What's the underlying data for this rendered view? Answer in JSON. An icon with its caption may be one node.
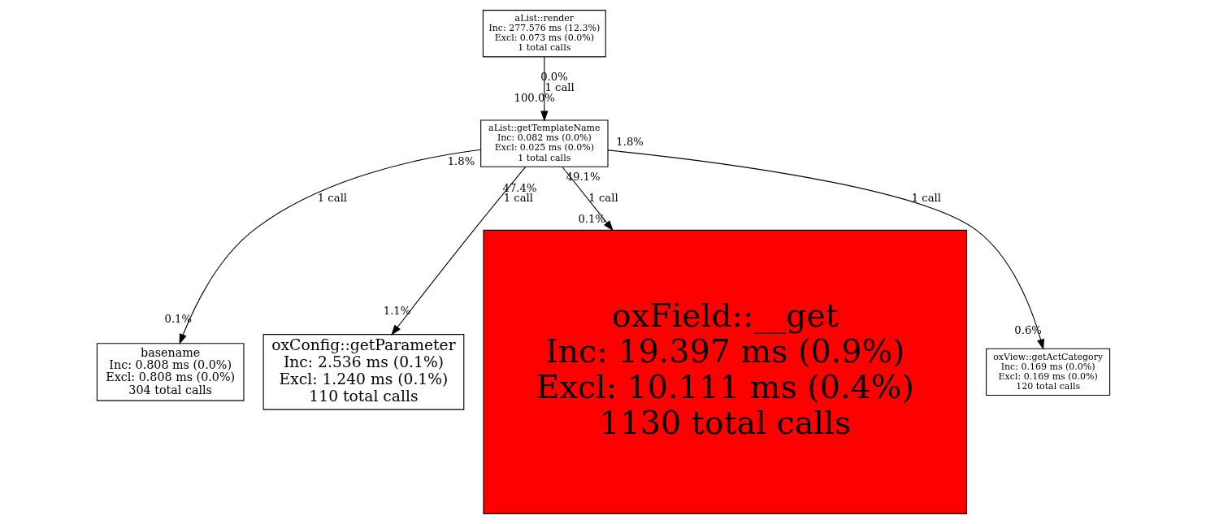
{
  "diagram": {
    "nodes": [
      {
        "text": [
          "aList::render",
          "Inc: 277.576 ms (12.3%)",
          "Excl: 0.073 ms (0.0%)",
          "1 total calls"
        ],
        "beside": [
          "0.0%"
        ]
      },
      {
        "text": [
          "aList::getTemplateName",
          "Inc: 0.082 ms (0.0%)",
          "Excl: 0.025 ms (0.0%)",
          "1 total calls"
        ],
        "beside": [
          "100.0%",
          "1.8%",
          "47.4%",
          "49.1%",
          "1.8%"
        ]
      },
      {
        "text": [
          "basename",
          "Inc: 0.808 ms (0.0%)",
          "Excl: 0.808 ms (0.0%)",
          "304 total calls"
        ],
        "beside": [
          "0.1%"
        ]
      },
      {
        "text": [
          "oxConfig::getParameter",
          "Inc: 2.536 ms (0.1%)",
          "Excl: 1.240 ms (0.1%)",
          "110 total calls"
        ],
        "beside": [
          "1.1%"
        ]
      },
      {
        "text": [
          "oxField::__get",
          "Inc: 19.397 ms (0.9%)",
          "Excl: 10.111 ms (0.4%)",
          "1130 total calls"
        ],
        "beside": [
          "0.1%"
        ]
      },
      {
        "text": [
          "oxView::getActCategory",
          "Inc: 0.169 ms (0.0%)",
          "Excl: 0.169 ms (0.0%)",
          "120 total calls"
        ],
        "beside": [
          "0.6%"
        ]
      }
    ],
    "edges": [
      {
        "from": 0,
        "to": 1,
        "arrow": "to",
        "label": "1 call"
      },
      {
        "from": 1,
        "to": 2,
        "arrow": "to",
        "label": "1 call"
      },
      {
        "from": 1,
        "to": 3,
        "arrow": "to",
        "label": "1 call"
      },
      {
        "from": 1,
        "to": 4,
        "arrow": "to",
        "label": "1 call"
      },
      {
        "from": 1,
        "to": 5,
        "arrow": "to",
        "label": "1 call"
      }
    ]
  }
}
